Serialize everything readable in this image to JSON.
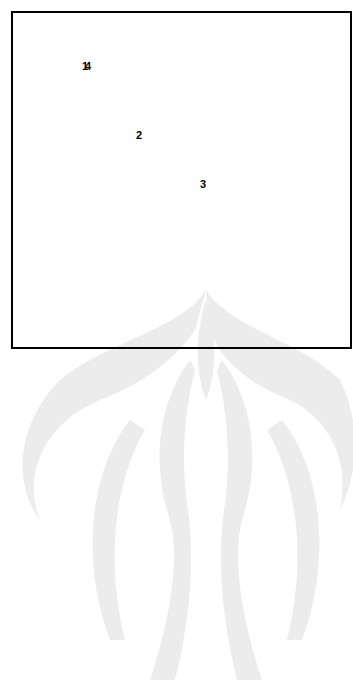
{
  "diagram": {
    "nodes": [
      {
        "text": [
          "3"
        ]
      },
      {
        "text": [
          "1"
        ]
      },
      {
        "text": [
          "4"
        ]
      },
      {
        "text": [
          "2"
        ]
      }
    ]
  }
}
